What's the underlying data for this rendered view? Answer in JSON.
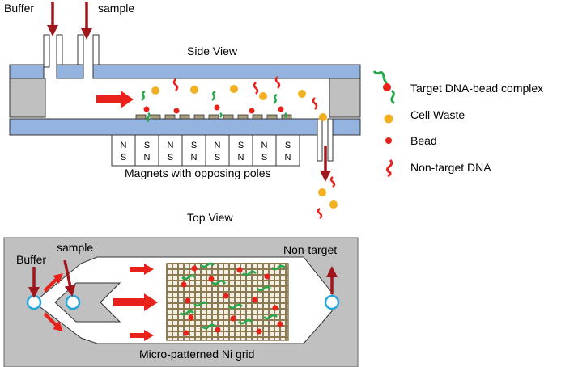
{
  "side_view": {
    "title": "Side View",
    "inlet_labels": {
      "buffer": "Buffer",
      "sample": "sample"
    },
    "magnets": {
      "caption": "Magnets with opposing poles",
      "blocks": [
        {
          "top": "N",
          "bottom": "S"
        },
        {
          "top": "S",
          "bottom": "N"
        },
        {
          "top": "N",
          "bottom": "S"
        },
        {
          "top": "S",
          "bottom": "N"
        },
        {
          "top": "N",
          "bottom": "S"
        },
        {
          "top": "S",
          "bottom": "N"
        },
        {
          "top": "N",
          "bottom": "S"
        },
        {
          "top": "S",
          "bottom": "N"
        }
      ]
    }
  },
  "legend": {
    "items": [
      {
        "label": "Target DNA-bead complex",
        "symbol": "dna-bead-complex"
      },
      {
        "label": "Cell Waste",
        "symbol": "cell-waste"
      },
      {
        "label": "Bead",
        "symbol": "bead"
      },
      {
        "label": "Non-target DNA",
        "symbol": "non-target-dna"
      }
    ]
  },
  "top_view": {
    "title": "Top View",
    "labels": {
      "buffer": "Buffer",
      "sample": "sample",
      "outlet": "Non-target"
    },
    "grid_caption": "Micro-patterned Ni grid"
  },
  "colors": {
    "channel_wall": "#94b3df",
    "chamber_gray": "#c0c0c0",
    "flow_arrow": "#e8211a",
    "inlet_arrow": "#a0161c",
    "bead": "#e8211a",
    "cell_waste": "#f2b021",
    "dna_target": "#27a84a",
    "dna_nontarget": "#e8211a",
    "port_ring": "#2aa5dc",
    "grid": "#8b7a52"
  }
}
